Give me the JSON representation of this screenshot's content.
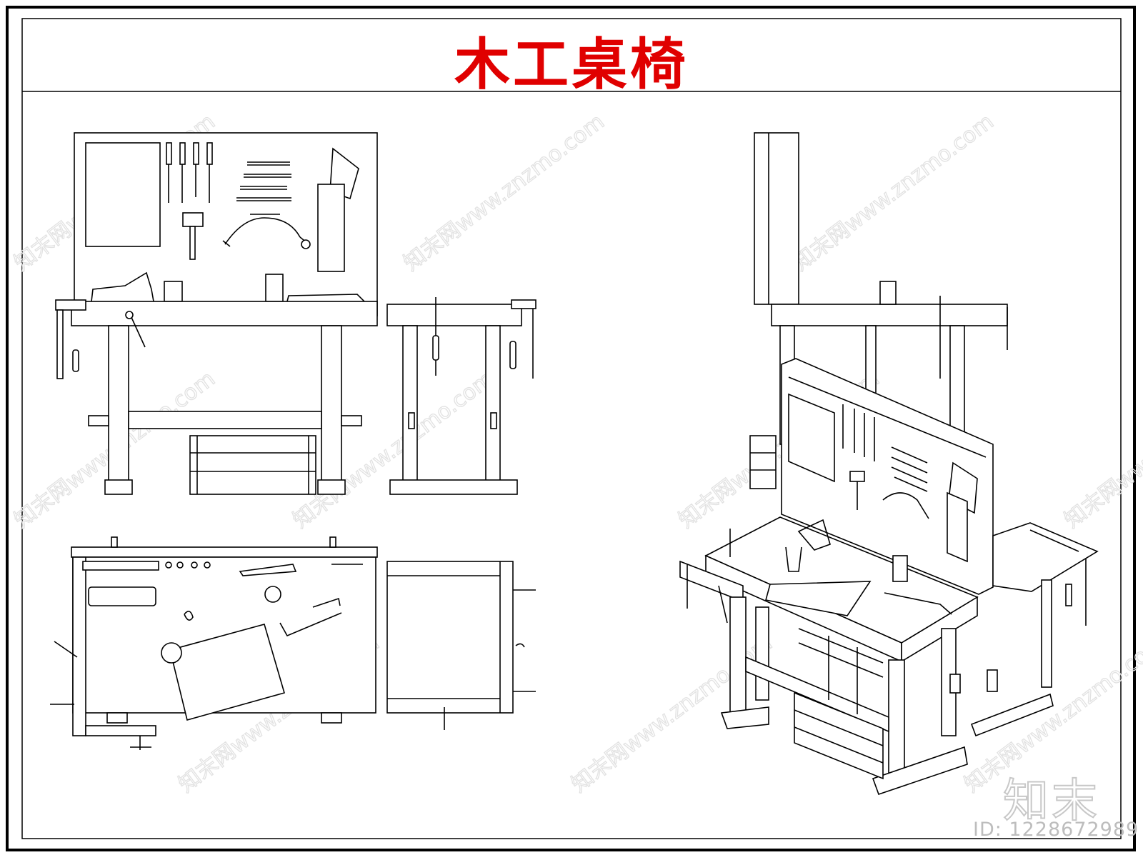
{
  "sheet": {
    "title": "木工桌椅",
    "title_color": "#e00000",
    "frame_color": "#000000"
  },
  "watermark": {
    "text": "知末网www.znzmo.com",
    "logo": "知末",
    "id_label": "ID: 1228672989"
  }
}
